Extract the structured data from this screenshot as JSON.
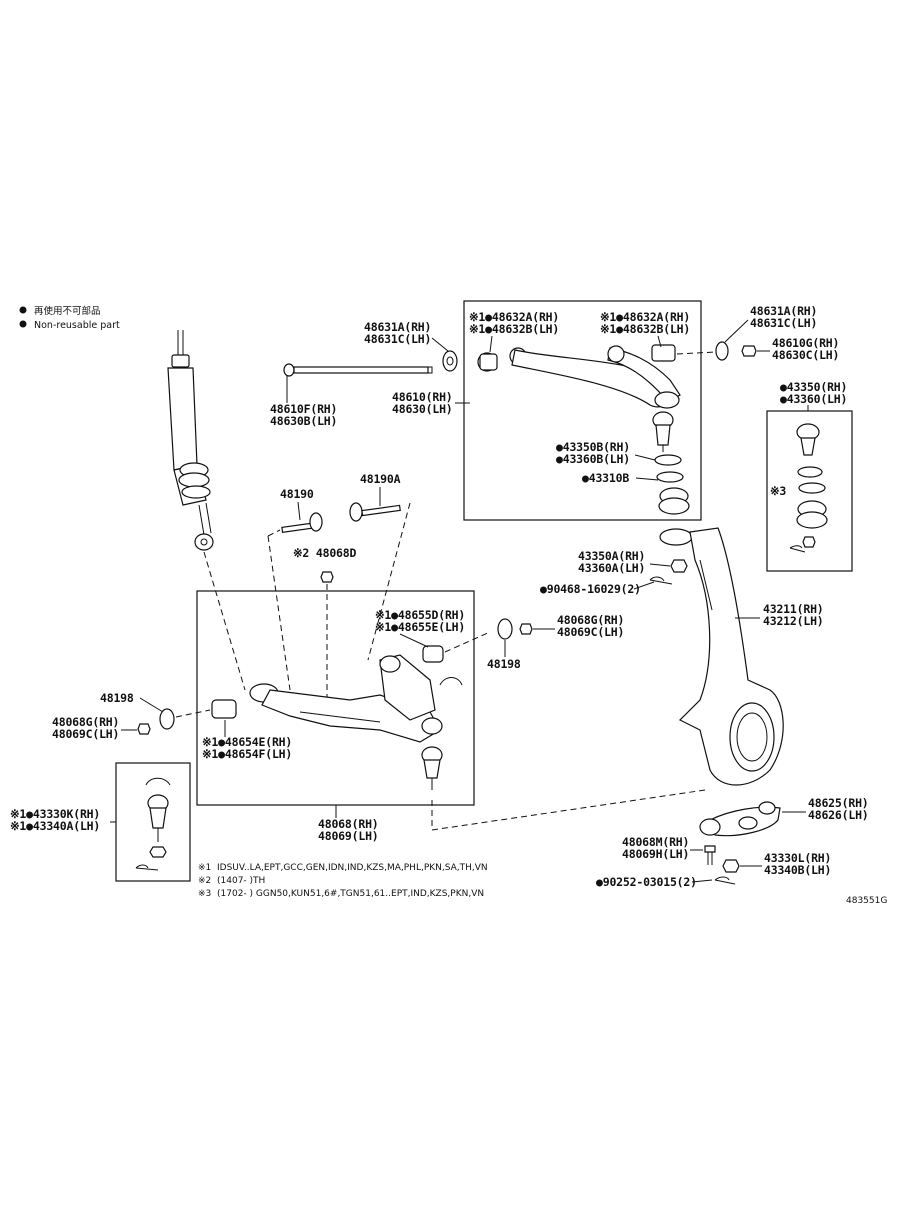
{
  "legend": {
    "items": [
      "再使用不可部品",
      "Non-reusable part"
    ]
  },
  "diagram_id": "483551G",
  "notes": [
    {
      "mark": "※1",
      "text": "IDSUV..LA,EPT,GCC,GEN,IDN,IND,KZS,MA,PHL,PKN,SA,TH,VN"
    },
    {
      "mark": "※2",
      "text": "(1407-        )TH"
    },
    {
      "mark": "※3",
      "text": "(1702-        ) GGN50,KUN51,6#,TGN51,61..EPT,IND,KZS,PKN,VN"
    }
  ],
  "labels": {
    "l48631a_top": [
      "48631A(RH)",
      "48631C(LH)"
    ],
    "l48610f": [
      "48610F(RH)",
      "48630B(LH)"
    ],
    "l48610": [
      "48610(RH)",
      "48630(LH)"
    ],
    "l48632_left": [
      "※1●48632A(RH)",
      "※1●48632B(LH)"
    ],
    "l48632_right": [
      "※1●48632A(RH)",
      "※1●48632B(LH)"
    ],
    "l48631a_right": [
      "48631A(RH)",
      "48631C(LH)"
    ],
    "l48610g": [
      "48610G(RH)",
      "48630C(LH)"
    ],
    "l43350_right": [
      "●43350(RH)",
      "●43360(LH)"
    ],
    "l43350b": [
      "●43350B(RH)",
      "●43360B(LH)"
    ],
    "l43310b": [
      "●43310B"
    ],
    "l43350a": [
      "43350A(RH)",
      "43360A(LH)"
    ],
    "l90468": [
      "●90468-16029(2)"
    ],
    "l43211": [
      "43211(RH)",
      "43212(LH)"
    ],
    "l48190": [
      "48190"
    ],
    "l48190a": [
      "48190A"
    ],
    "l48068d": [
      "※2 48068D"
    ],
    "l48655": [
      "※1●48655D(RH)",
      "※1●48655E(LH)"
    ],
    "l48068g_mid": [
      "48068G(RH)",
      "48069C(LH)"
    ],
    "l48198_mid": [
      "48198"
    ],
    "l48198_left": [
      "48198"
    ],
    "l48068g_left": [
      "48068G(RH)",
      "48069C(LH)"
    ],
    "l48654": [
      "※1●48654E(RH)",
      "※1●48654F(LH)"
    ],
    "l43330k": [
      "※1●43330K(RH)",
      "※1●43340A(LH)"
    ],
    "l48068": [
      "48068(RH)",
      "48069(LH)"
    ],
    "l48625": [
      "48625(RH)",
      "48626(LH)"
    ],
    "l48068m": [
      "48068M(RH)",
      "48069H(LH)"
    ],
    "l43330l": [
      "43330L(RH)",
      "43340B(LH)"
    ],
    "l90252": [
      "●90252-03015(2)"
    ],
    "l_x3": [
      "※3"
    ]
  }
}
